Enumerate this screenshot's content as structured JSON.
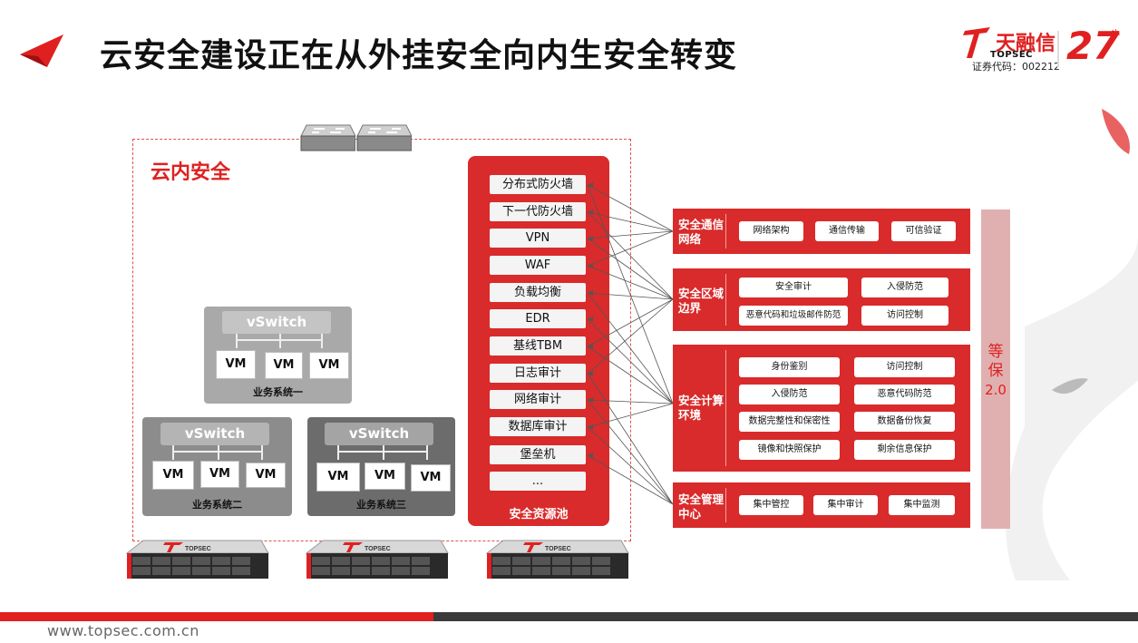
{
  "title": "云安全建设正在从外挂安全向内生安全转变",
  "logo": {
    "cn": "天融信",
    "en": "TOPSEC",
    "code": "证券代码：002212",
    "anniversary": "27",
    "sup": "th"
  },
  "zone_label": "云内安全",
  "business_systems": [
    {
      "vswitch": "vSwitch",
      "vms": [
        "VM",
        "VM",
        "VM"
      ],
      "label": "业务系统一",
      "color": "#a9a9a9"
    },
    {
      "vswitch": "vSwitch",
      "vms": [
        "VM",
        "VM",
        "VM"
      ],
      "label": "业务系统二",
      "color": "#8c8c8c"
    },
    {
      "vswitch": "vSwitch",
      "vms": [
        "VM",
        "VM",
        "VM"
      ],
      "label": "业务系统三",
      "color": "#6c6c6c"
    }
  ],
  "pool": {
    "items": [
      "分布式防火墙",
      "下一代防火墙",
      "VPN",
      "WAF",
      "负载均衡",
      "EDR",
      "基线TBM",
      "日志审计",
      "网络审计",
      "数据库审计",
      "堡垒机",
      "..."
    ],
    "label": "安全资源池"
  },
  "panels": [
    {
      "title": "安全通信网络",
      "items": [
        "网络架构",
        "通信传输",
        "可信验证"
      ]
    },
    {
      "title": "安全区域边界",
      "items": [
        "安全审计",
        "入侵防范",
        "恶意代码和垃圾邮件防范",
        "访问控制"
      ]
    },
    {
      "title": "安全计算环境",
      "items": [
        "身份鉴别",
        "访问控制",
        "入侵防范",
        "恶意代码防范",
        "数据完整性和保密性",
        "数据备份恢复",
        "镜像和快照保护",
        "剩余信息保护"
      ]
    },
    {
      "title": "安全管理中心",
      "items": [
        "集中管控",
        "集中审计",
        "集中监测"
      ]
    }
  ],
  "dengbao": {
    "line1": "等",
    "line2": "保",
    "line3": "2.0"
  },
  "server_brand": "TOPSEC",
  "footer_url": "www.topsec.com.cn",
  "colors": {
    "accent": "#e02020",
    "panel": "#d92b2b"
  }
}
